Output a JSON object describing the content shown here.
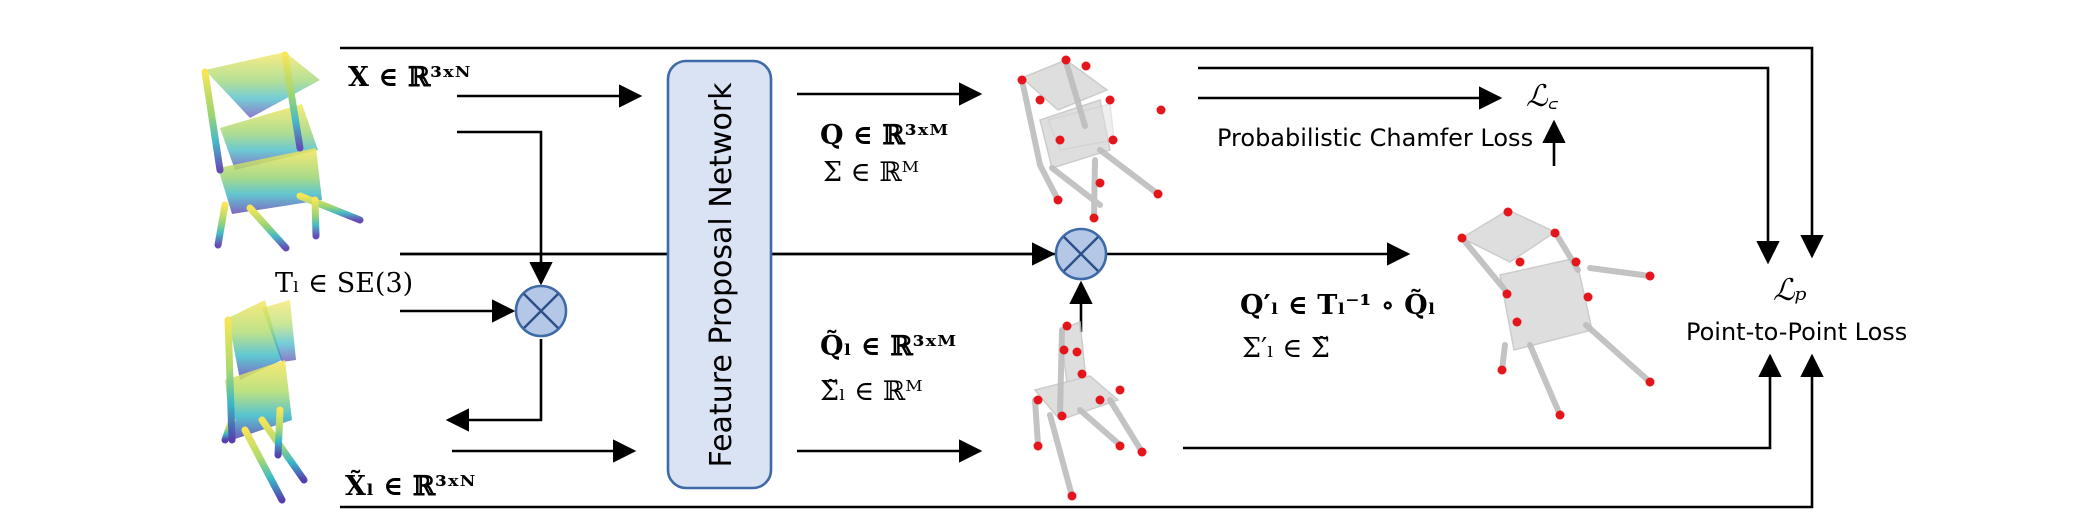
{
  "inputs": {
    "x": "X ∈  ℝ³ˣᴺ",
    "transform": "Tₗ ∈ SE(3)",
    "x_tilde": "X̃ₗ ∈  ℝ³ˣᴺ"
  },
  "network": {
    "label": "Feature Proposal Network"
  },
  "outputs_top": {
    "q": "Q ∈  ℝ³ˣᴹ",
    "sigma": "Σ ∈  ℝᴹ"
  },
  "outputs_bottom": {
    "q_tilde": "Q̃ₗ ∈  ℝ³ˣᴹ",
    "sigma_tilde": "Σ̃ₗ ∈  ℝᴹ"
  },
  "transformed": {
    "q_prime": "Q′ₗ ∈ Tₗ⁻¹ ∘ Q̃ₗ",
    "sigma_prime": "Σ′ₗ ∈ Σ̃"
  },
  "losses": {
    "chamfer_symbol": "ℒ꜀",
    "chamfer_label": "Probabilistic Chamfer Loss",
    "p2p_symbol": "ℒₚ",
    "p2p_label": "Point-to-Point Loss"
  },
  "colors": {
    "network_fill": "#dae3f3",
    "network_stroke": "#3f6aa8",
    "multiply_fill": "#b4c7e7",
    "keypoint": "#e5161b",
    "cloud_gray": "#bdbdbd"
  },
  "icons": [
    "multiply-node-icon",
    "chair-point-cloud-icon"
  ]
}
